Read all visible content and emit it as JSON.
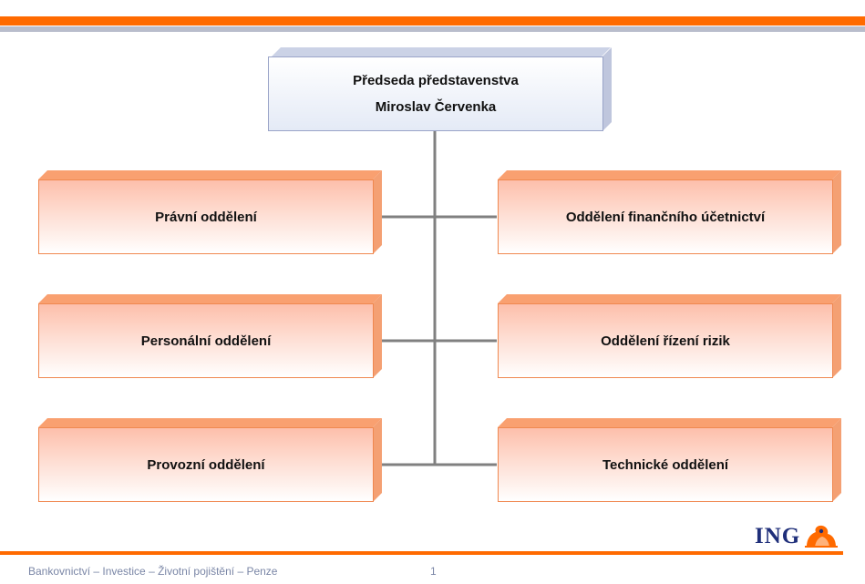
{
  "head": {
    "title": "Předseda představenstva",
    "name": "Miroslav Červenka"
  },
  "departments": {
    "left": [
      "Právní oddělení",
      "Personální oddělení",
      "Provozní oddělení"
    ],
    "right": [
      "Oddělení finančního účetnictví",
      "Oddělení řízení rizik",
      "Technické oddělení"
    ]
  },
  "footer": {
    "tagline": "Bankovnictví – Investice – Životní pojištění – Penze",
    "page_number": "1"
  },
  "logo": {
    "text": "ING",
    "icon": "lion-icon"
  },
  "colors": {
    "accent_orange": "#ff6a00",
    "logo_navy": "#1f2f7a",
    "connector_grey": "#808080"
  }
}
